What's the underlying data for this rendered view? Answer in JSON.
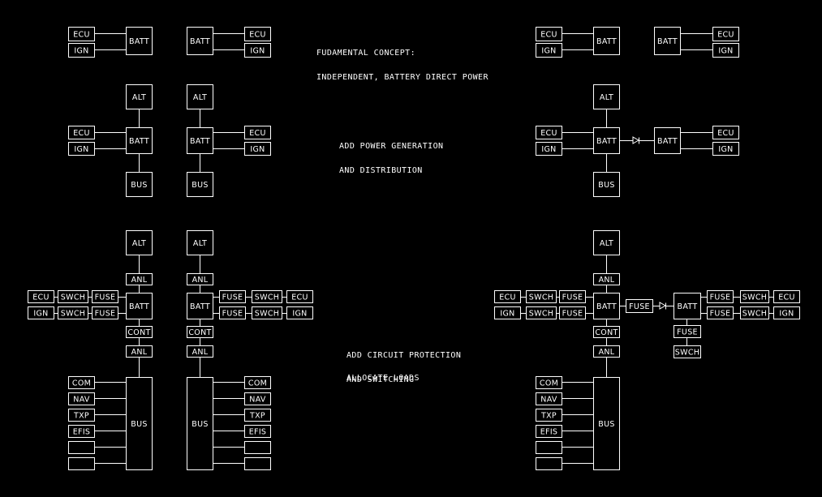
{
  "notes": {
    "concept_line1": "FUDAMENTAL CONCEPT:",
    "concept_line2": "INDEPENDENT, BATTERY DIRECT POWER",
    "generation_line1": "ADD POWER GENERATION",
    "generation_line2": "AND DISTRIBUTION",
    "protection_line1": "ADD CIRCUIT PROTECTION",
    "protection_line2": "AND SWITCHING",
    "allocate": "ALLOCATE LOADS"
  },
  "labels": {
    "ecu": "ECU",
    "ign": "IGN",
    "batt": "BATT",
    "alt": "ALT",
    "bus": "BUS",
    "anl": "ANL",
    "cont": "CONT",
    "fuse": "FUSE",
    "swch": "SWCH",
    "com": "COM",
    "nav": "NAV",
    "txp": "TXP",
    "efis": "EFIS",
    "blank": ""
  },
  "colors": {
    "background": "#000000",
    "stroke": "#ffffff"
  },
  "icons": {
    "diode": "diode-symbol"
  }
}
